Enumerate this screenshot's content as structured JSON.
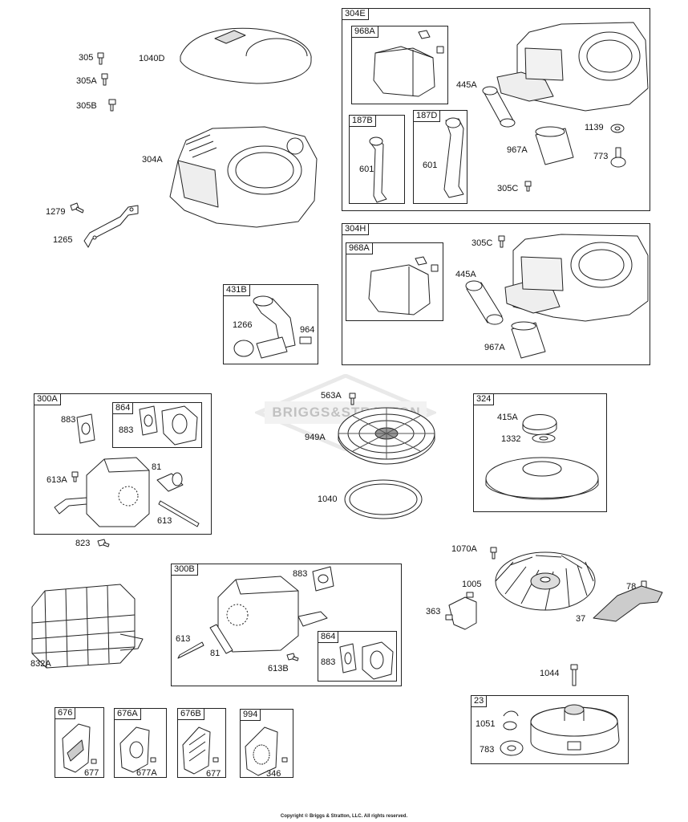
{
  "watermark_text": "BRIGGS&STRATTON",
  "copyright": "Copyright © Briggs & Stratton, LLC. All rights reserved.",
  "groups": {
    "g304E": "304E",
    "g968A_1": "968A",
    "g187B": "187B",
    "g187D": "187D",
    "g304H": "304H",
    "g968A_2": "968A",
    "g431B": "431B",
    "g300A": "300A",
    "g864_1": "864",
    "g324": "324",
    "g300B": "300B",
    "g864_2": "864",
    "g23": "23",
    "g676": "676",
    "g676A": "676A",
    "g676B": "676B",
    "g994": "994"
  },
  "labels": {
    "p305": "305",
    "p305A": "305A",
    "p305B": "305B",
    "p1040D": "1040D",
    "p304A": "304A",
    "p1279": "1279",
    "p1265": "1265",
    "p445A_1": "445A",
    "p1139": "1139",
    "p967A_1": "967A",
    "p773": "773",
    "p601_1": "601",
    "p601_2": "601",
    "p305C_1": "305C",
    "p305C_2": "305C",
    "p445A_2": "445A",
    "p967A_2": "967A",
    "p1266": "1266",
    "p964": "964",
    "p883_1": "883",
    "p883_2": "883",
    "p613A": "613A",
    "p81_1": "81",
    "p613_1": "613",
    "p823": "823",
    "p563A": "563A",
    "p949A": "949A",
    "p1040": "1040",
    "p415A": "415A",
    "p1332": "1332",
    "p1070A": "1070A",
    "p1005": "1005",
    "p78": "78",
    "p363": "363",
    "p37": "37",
    "p832A": "832A",
    "p883_3": "883",
    "p613_2": "613",
    "p81_2": "81",
    "p613B": "613B",
    "p883_4": "883",
    "p1044": "1044",
    "p1051": "1051",
    "p783": "783",
    "p677_1": "677",
    "p677A": "677A",
    "p677_2": "677",
    "p346": "346"
  }
}
